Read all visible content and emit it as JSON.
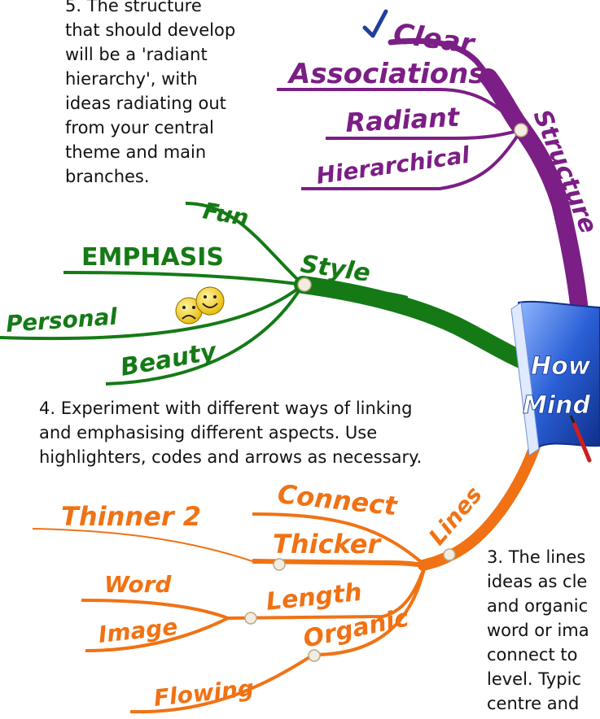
{
  "notes": {
    "structure_note": {
      "lines": [
        "5. The structure",
        "that should develop",
        "will be a 'radiant",
        "hierarchy', with",
        "ideas radiating out",
        "from your central",
        "theme and main",
        "branches."
      ]
    },
    "style_note": {
      "lines": [
        "4. Experiment with different ways of linking",
        "and emphasising different aspects. Use",
        "highlighters, codes and arrows as necessary."
      ]
    },
    "lines_note": {
      "lines": [
        "3. The lines",
        "ideas as cle",
        "and organic",
        "word or ima",
        "connect to",
        "level. Typic",
        "centre and"
      ]
    }
  },
  "branches": {
    "structure": {
      "label": "Structure",
      "color": "#7B1E85",
      "subs": [
        "Clear",
        "Associations",
        "Radiant",
        "Hierarchical"
      ]
    },
    "style": {
      "label": "Style",
      "color": "#157A16",
      "subs": [
        "Fun",
        "EMPHASIS",
        "Personal",
        "Beauty"
      ]
    },
    "lines": {
      "label": "Lines",
      "color": "#F07214",
      "subs": [
        "Connect",
        "Thinner 2",
        "Thicker",
        "Word",
        "Image",
        "Length",
        "Organic",
        "Flowing"
      ]
    }
  },
  "center": {
    "line1": "How",
    "line2": "Mind",
    "color": "#1E4FC2"
  },
  "icons": [
    "checkmark-icon",
    "sad-face-icon",
    "smiley-face-icon",
    "pencil-icon"
  ]
}
